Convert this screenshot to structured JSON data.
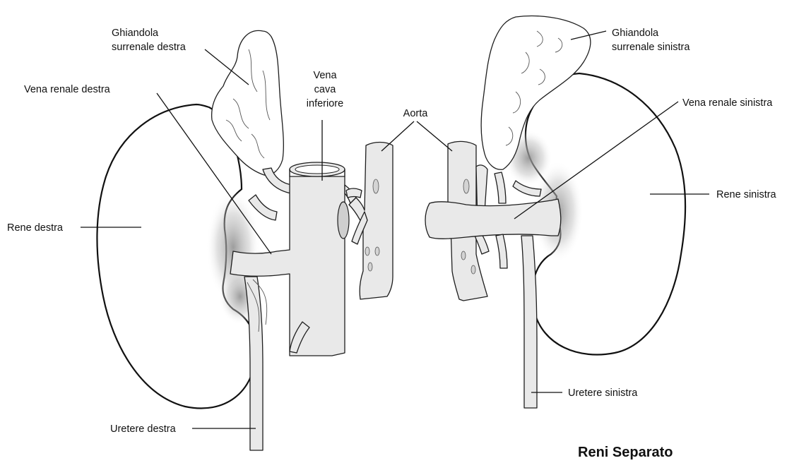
{
  "title": "Reni Separato",
  "labels": {
    "adrenal_right_line1": "Ghiandola",
    "adrenal_right_line2": "surrenale destra",
    "adrenal_left_line1": "Ghiandola",
    "adrenal_left_line2": "surrenale sinistra",
    "renal_vein_right": "Vena renale destra",
    "renal_vein_left": "Vena renale sinistra",
    "ivc_line1": "Vena",
    "ivc_line2": "cava",
    "ivc_line3": "inferiore",
    "aorta": "Aorta",
    "kidney_right": "Rene destra",
    "kidney_left": "Rene sinistra",
    "ureter_right": "Uretere destra",
    "ureter_left": "Uretere sinistra"
  },
  "colors": {
    "outline": "#111111",
    "vessel_fill": "#e9e9e9",
    "shadow": "#9a9a9a",
    "background": "#ffffff"
  }
}
